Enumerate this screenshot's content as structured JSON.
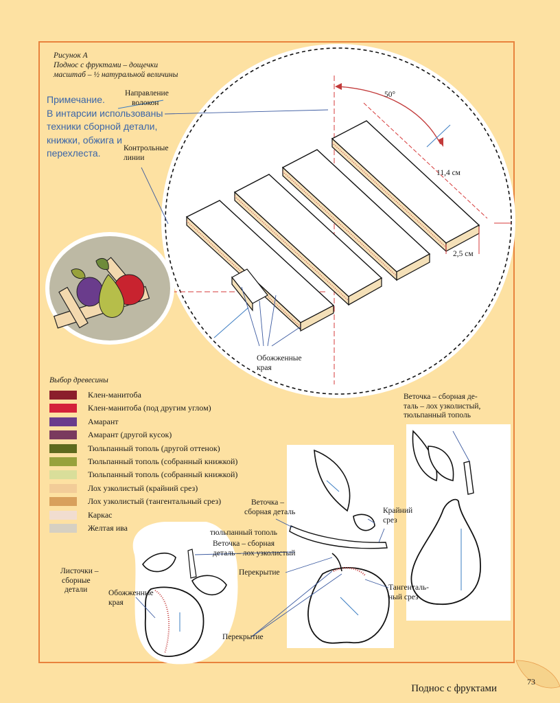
{
  "figure": {
    "caption_line1": "Рисунок A",
    "caption_line2": "Поднос с фруктами – дощечки",
    "caption_line3": "масштаб – ½ натуральной величины"
  },
  "note": {
    "title": "Примечание.",
    "body": "В интарсии использованы техники сборной детали, книжки, обжига и перехлеста."
  },
  "labels": {
    "grain_direction_1": "Направление",
    "grain_direction_2": "волокон",
    "control_lines_1": "Контрольные",
    "control_lines_2": "линии",
    "angle": "50°",
    "length": "11,4 см",
    "width": "2,5 см",
    "burned_edges_1": "Обожженные",
    "burned_edges_2": "края",
    "twig_top_1": "Веточка – сборная де-",
    "twig_top_2": "таль – лох узколистый,",
    "twig_top_3": "тюльпанный тополь",
    "twig_mid_1": "Веточка –",
    "twig_mid_2": "сборная деталь",
    "end_cut_1": "Крайний",
    "end_cut_2": "срез",
    "tulip_poplar": "тюльпанный тополь",
    "twig_left_1": "Веточка – сборная",
    "twig_left_2": "деталь – лох узколистый",
    "overlap_1": "Перекрытие",
    "tangential_1": "Тангенталь-",
    "tangential_2": "ный срез",
    "leaves_1": "Листочки –",
    "leaves_2": "сборные",
    "leaves_3": "детали",
    "burned_edges_b1": "Обожженные",
    "burned_edges_b2": "края",
    "overlap_2": "Перекрытие"
  },
  "legend": {
    "title": "Выбор древесины",
    "items": [
      {
        "label": "Клен-манитоба",
        "color": "#8b1e2c"
      },
      {
        "label": "Клен-манитоба (под другим углом)",
        "color": "#d4213a"
      },
      {
        "label": "Амарант",
        "color": "#6a3c8c"
      },
      {
        "label": "Амарант (другой кусок)",
        "color": "#7a3a5e"
      },
      {
        "label": "Тюльпанный тополь (другой оттенок)",
        "color": "#5e6a1e"
      },
      {
        "label": "Тюльпанный тополь (собранный книжкой)",
        "color": "#98a23c"
      },
      {
        "label": "Тюльпанный тополь (собранный книжкой)",
        "color": "#d9de9a"
      },
      {
        "label": "Лох узколистый (крайний срез)",
        "color": "#f2cc98"
      },
      {
        "label": "Лох узколистый (тангентальный срез)",
        "color": "#d8a05c"
      },
      {
        "label": "Каркас",
        "color": "#f1ddd0"
      },
      {
        "label": "Желтая ива",
        "color": "#d6d0c2"
      }
    ]
  },
  "footer": {
    "title": "Поднос с фруктами",
    "page": "73"
  }
}
